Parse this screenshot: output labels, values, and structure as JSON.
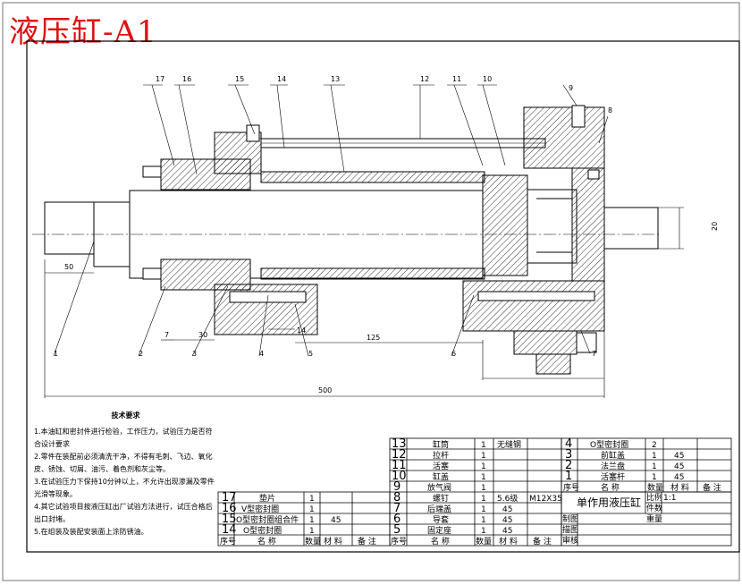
{
  "title": "液压缸-A1",
  "balloons": [
    "17",
    "16",
    "15",
    "14",
    "13",
    "12",
    "11",
    "10",
    "9",
    "8",
    "1",
    "2",
    "3",
    "4",
    "5",
    "6",
    "7"
  ],
  "dimensions": {
    "d50": "50",
    "d7": "7",
    "d30": "30",
    "d14": "14",
    "d125": "125",
    "d500": "500",
    "d20": "20"
  },
  "notes": {
    "heading": "技术要求",
    "items": [
      "1.本油缸和密封件进行检验，工作压力，试验压力是否符合设计要求",
      "2.零件在装配前必须清洗干净，不得有毛刺、飞边、氧化皮、锈蚀、切屑、油污、着色剂和灰尘等。",
      "3.在试验压力下保持10分钟以上，不允许出现渗漏及零件光滑等现象。",
      "4.其它试验项目按液压缸出厂试验方法进行，试压合格后出口封堵。",
      "5.在组装及装配安装面上涂防锈油。"
    ]
  },
  "bom_left": [
    {
      "no": "17",
      "name": "垫片",
      "qty": "1",
      "mat": "",
      "note": ""
    },
    {
      "no": "16",
      "name": "V型密封圈",
      "qty": "1",
      "mat": "",
      "note": ""
    },
    {
      "no": "15",
      "name": "O型密封圈组合件",
      "qty": "1",
      "mat": "45",
      "note": ""
    },
    {
      "no": "14",
      "name": "O型密封圈",
      "qty": "1",
      "mat": "",
      "note": ""
    }
  ],
  "bom_mid": [
    {
      "no": "13",
      "name": "缸筒",
      "qty": "1",
      "mat": "无缝钢",
      "note": ""
    },
    {
      "no": "12",
      "name": "拉杆",
      "qty": "1",
      "mat": "",
      "note": ""
    },
    {
      "no": "11",
      "name": "活塞",
      "qty": "1",
      "mat": "",
      "note": ""
    },
    {
      "no": "10",
      "name": "缸盖",
      "qty": "1",
      "mat": "",
      "note": ""
    },
    {
      "no": "9",
      "name": "放气阀",
      "qty": "1",
      "mat": "",
      "note": ""
    },
    {
      "no": "8",
      "name": "螺钉",
      "qty": "1",
      "mat": "5.6级",
      "note": "M12X35"
    },
    {
      "no": "7",
      "name": "后端盖",
      "qty": "1",
      "mat": "45",
      "note": ""
    },
    {
      "no": "6",
      "name": "导套",
      "qty": "1",
      "mat": "45",
      "note": ""
    },
    {
      "no": "5",
      "name": "固定座",
      "qty": "1",
      "mat": "45",
      "note": ""
    }
  ],
  "bom_right": [
    {
      "no": "4",
      "name": "O型密封圈",
      "qty": "2",
      "mat": "",
      "note": ""
    },
    {
      "no": "3",
      "name": "前缸盖",
      "qty": "1",
      "mat": "45",
      "note": ""
    },
    {
      "no": "2",
      "name": "法兰盘",
      "qty": "1",
      "mat": "45",
      "note": ""
    },
    {
      "no": "1",
      "name": "活塞杆",
      "qty": "1",
      "mat": "45",
      "note": ""
    }
  ],
  "header_left": {
    "no": "序号",
    "name": "名 称",
    "qty": "数量",
    "mat": "材 料",
    "note": "备 注"
  },
  "header_right": {
    "no": "序号",
    "name": "名 称",
    "qty": "数量",
    "mat": "材 料",
    "note": "备 注"
  },
  "titleblock": {
    "drawing_name": "单作用液压缸",
    "scale_label": "比例",
    "scale_value": "1:1",
    "pieces_label": "件数",
    "weight_label": "重量",
    "drawn_label": "制图",
    "design_label": "描图",
    "check_label": "审核"
  }
}
